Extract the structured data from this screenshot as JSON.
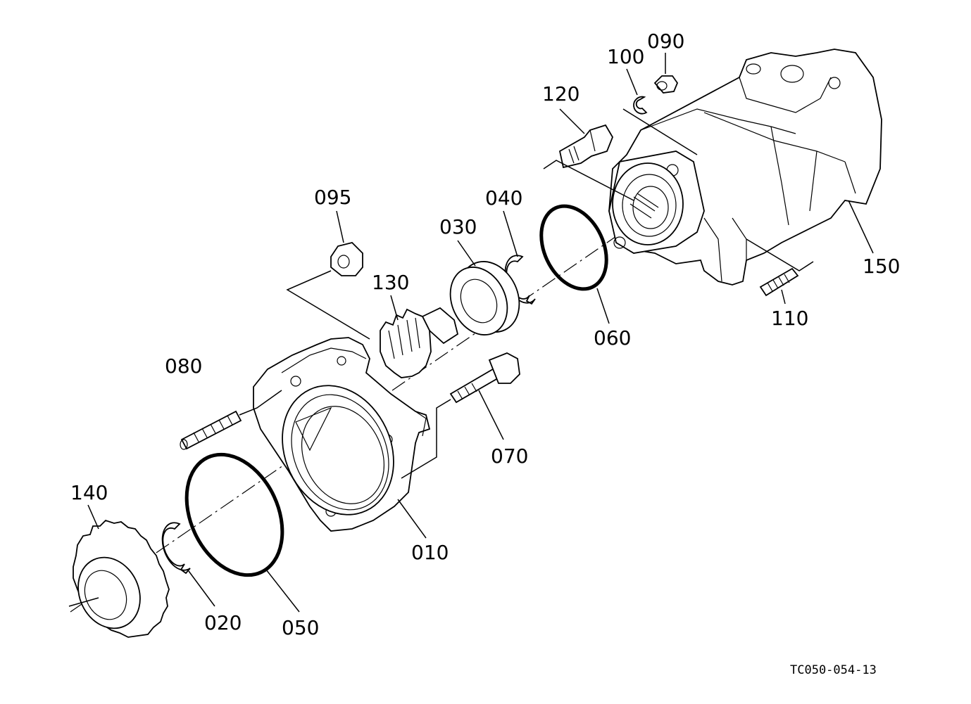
{
  "callouts": {
    "c010": "010",
    "c020": "020",
    "c030": "030",
    "c040": "040",
    "c050": "050",
    "c060": "060",
    "c070": "070",
    "c080": "080",
    "c090": "090",
    "c095": "095",
    "c100": "100",
    "c110": "110",
    "c120": "120",
    "c130": "130",
    "c140": "140",
    "c150": "150"
  },
  "drawing_ref": "TC050-054-13"
}
